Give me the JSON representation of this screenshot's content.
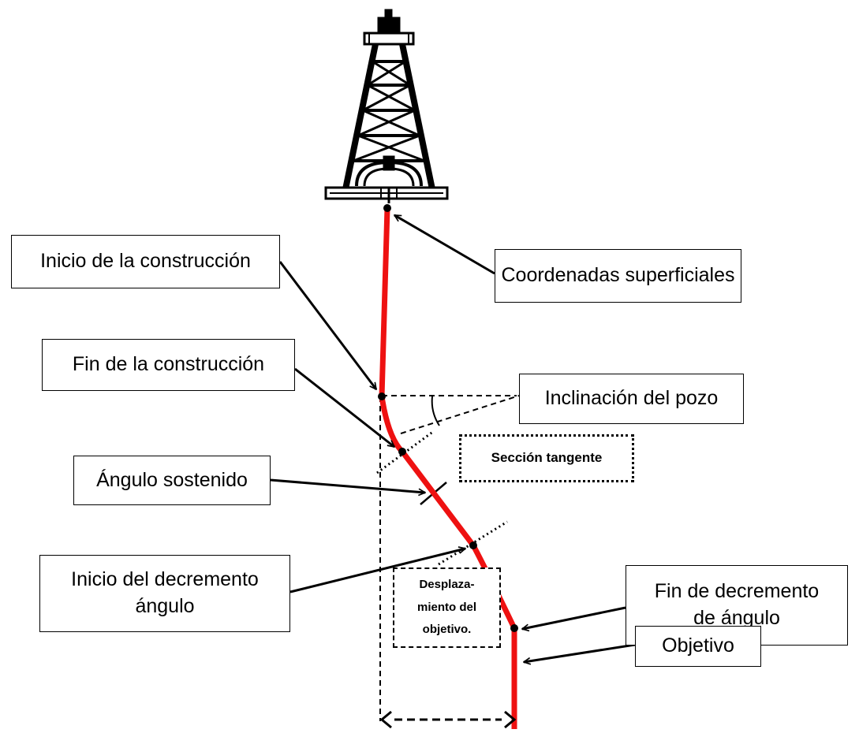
{
  "labels": {
    "surface_coordinates": "Coordenadas superficiales",
    "build_start": "Inicio de la construcción",
    "build_end": "Fin de la construcción",
    "well_inclination": "Inclinación del pozo",
    "tangent_section": "Sección tangente",
    "sustained_angle": "Ángulo sostenido",
    "drop_start": "Inicio del decremento\nángulo",
    "drop_end": "Fin de decremento\nde ángulo",
    "target": "Objetivo",
    "target_displacement": "Desplaza-\nmiento del\nobjetivo."
  },
  "colors": {
    "well_path": "#ee1111",
    "lines": "#000000"
  },
  "icons": {
    "rig": "drilling-rig-icon"
  }
}
